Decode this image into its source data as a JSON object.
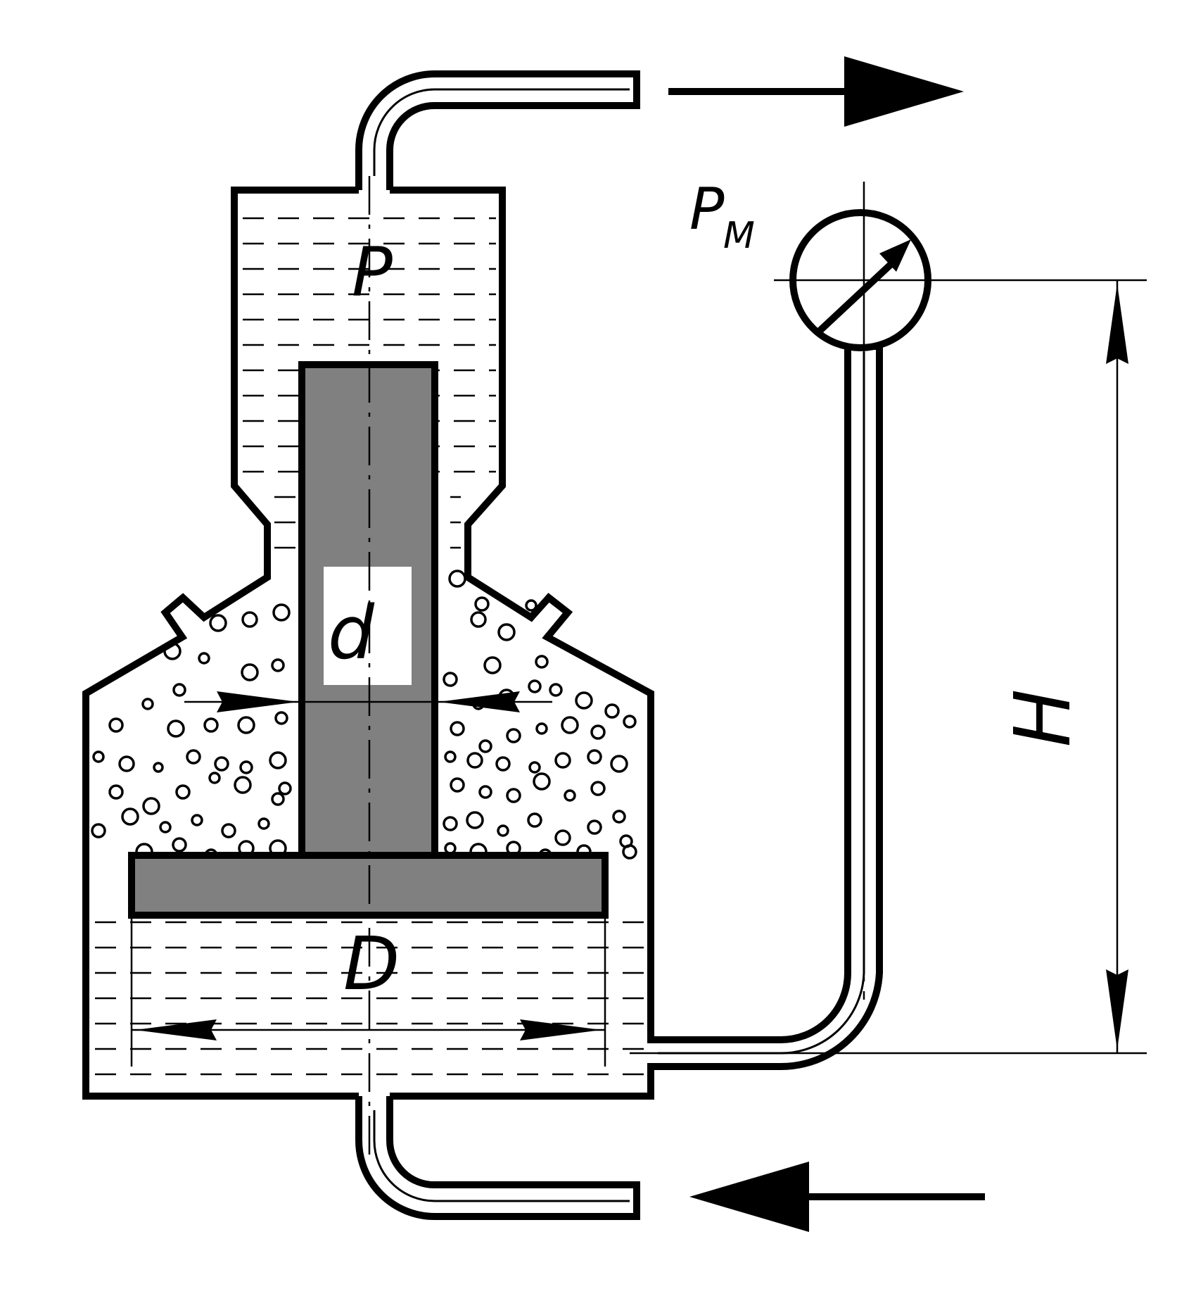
{
  "diagram": {
    "labels": {
      "pressure": "P",
      "gauge_pressure_main": "P",
      "gauge_pressure_sub": "M",
      "small_diameter": "d",
      "large_diameter": "D",
      "height": "H"
    },
    "colors": {
      "line": "#000000",
      "piston": "#808080",
      "background": "#ffffff"
    },
    "flow_directions": {
      "upper": "right",
      "lower": "left"
    }
  }
}
